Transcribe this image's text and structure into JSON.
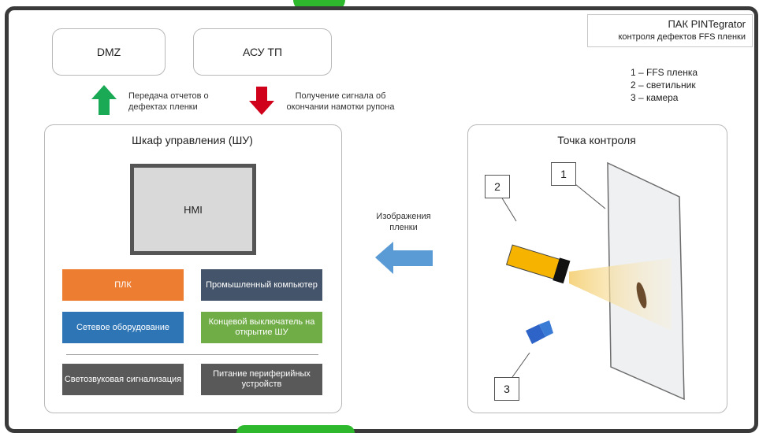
{
  "title_box": {
    "line1": "ПАК PINTegrator",
    "line2": "контроля дефектов FFS пленки"
  },
  "legend": [
    "1 – FFS пленка",
    "2 – светильник",
    "3 – камера"
  ],
  "dmz": "DMZ",
  "asu": "АСУ ТП",
  "send_reports": "Передача отчетов о дефектах пленки",
  "receive_signal": "Получение сигнала об окончании намотки рупона",
  "cabinet": {
    "title": "Шкаф управления (ШУ)",
    "hmi": "HMI",
    "tiles": {
      "plc": "ПЛК",
      "industrial_pc": "Промышленный компьютер",
      "network": "Сетевое оборудование",
      "limit_switch": "Концевой выключатель на открытие ШУ",
      "signaling": "Светозвуковая сигнализация",
      "power": "Питание периферийных устройств"
    }
  },
  "images_label": "Изображения пленки",
  "control_point": {
    "title": "Точка контроля",
    "markers": [
      "1",
      "2",
      "3"
    ]
  },
  "colors": {
    "plc": "#ed7d31",
    "dark": "#44546a",
    "network": "#2e75b6",
    "limit_switch": "#70ad47",
    "gray": "#595959",
    "arrow_up": "#1aaa55",
    "arrow_down": "#d0021b",
    "arrow_left": "#5b9bd5",
    "lamp": "#f5b800",
    "camera": "#2e64c8"
  }
}
